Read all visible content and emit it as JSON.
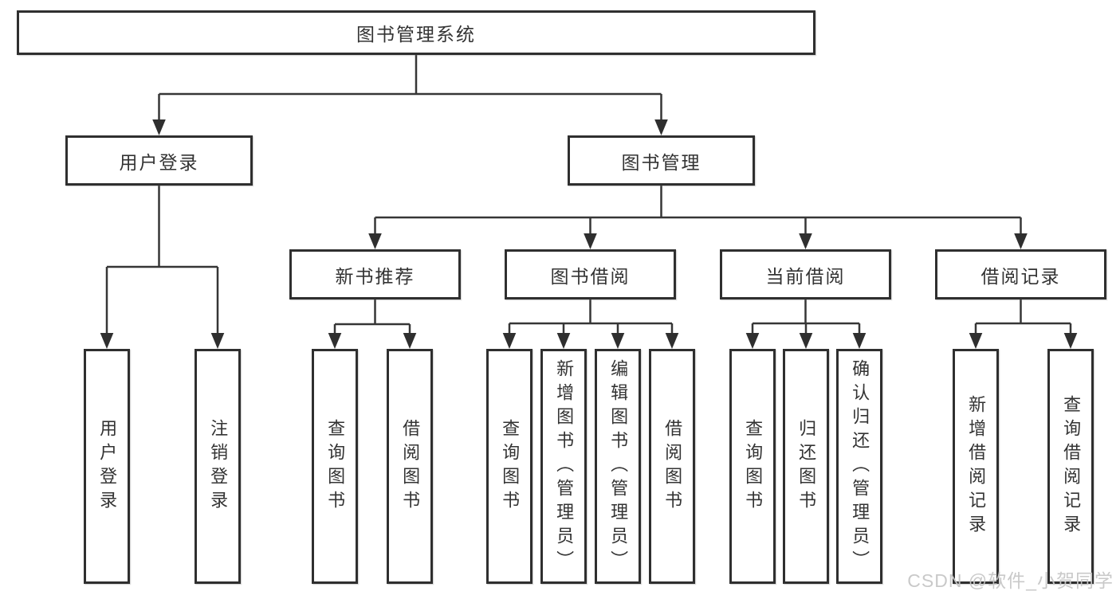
{
  "tree": {
    "root": {
      "label": "图书管理系统",
      "children": [
        {
          "label": "用户登录",
          "children": [
            {
              "label": "用户登录"
            },
            {
              "label": "注销登录"
            }
          ]
        },
        {
          "label": "图书管理",
          "children": [
            {
              "label": "新书推荐",
              "children": [
                {
                  "label": "查询图书"
                },
                {
                  "label": "借阅图书"
                }
              ]
            },
            {
              "label": "图书借阅",
              "children": [
                {
                  "label": "查询图书"
                },
                {
                  "label": "新增图书（管理员）"
                },
                {
                  "label": "编辑图书（管理员）"
                },
                {
                  "label": "借阅图书"
                }
              ]
            },
            {
              "label": "当前借阅",
              "children": [
                {
                  "label": "查询图书"
                },
                {
                  "label": "归还图书"
                },
                {
                  "label": "确认归还（管理员）"
                }
              ]
            },
            {
              "label": "借阅记录",
              "children": [
                {
                  "label": "新增借阅记录"
                },
                {
                  "label": "查询借阅记录"
                }
              ]
            }
          ]
        }
      ]
    }
  },
  "watermark": {
    "text": "CSDN @软件_小贺同学"
  },
  "colors": {
    "line": "#363636",
    "box_border": "#2f2f2f",
    "text": "#333333",
    "background": "#ffffff",
    "watermark": "#c6c6c6"
  }
}
